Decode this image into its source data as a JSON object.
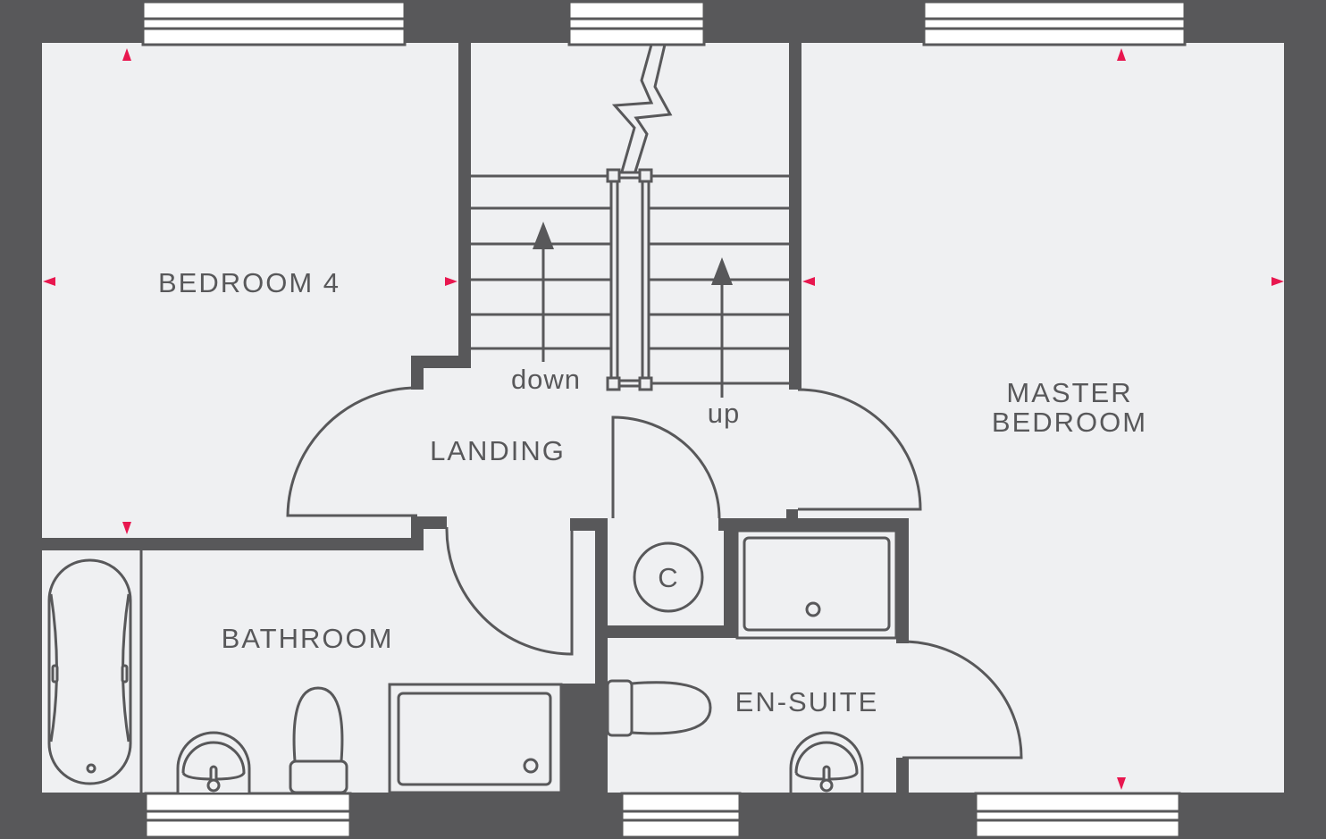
{
  "colors": {
    "wall": "#58585a",
    "floor": "#eff0f2",
    "marker": "#e8174f",
    "window": "#ffffff"
  },
  "rooms": {
    "bedroom4": "BEDROOM 4",
    "landing": "LANDING",
    "master_line1": "MASTER",
    "master_line2": "BEDROOM",
    "bathroom": "BATHROOM",
    "ensuite": "EN-SUITE"
  },
  "stairs": {
    "down": "down",
    "up": "up"
  },
  "cylinder": "C"
}
